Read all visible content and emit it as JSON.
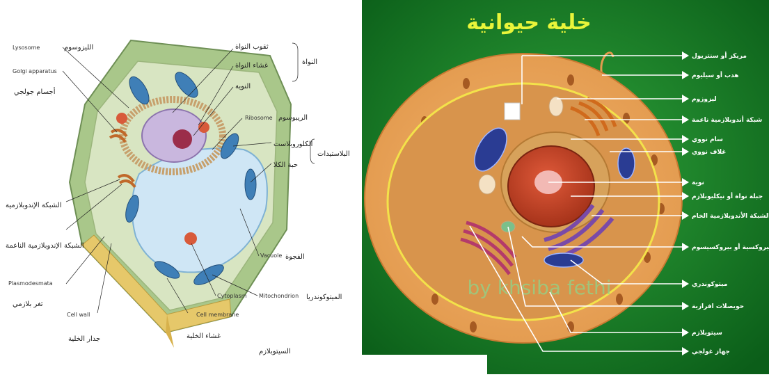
{
  "plant_cell": {
    "labels_en": {
      "lysosome": "Lysosome",
      "golgi": "Golgi apparatus",
      "ribosome": "Ribosome",
      "plasmodesmata": "Plasmodesmata",
      "cell_wall": "Cell wall",
      "cell_membrane": "Cell membrane",
      "cytoplasm": "Cytoplasm",
      "vacuole": "Vacuole",
      "mitochondrion": "Mitochondrion"
    },
    "labels_ar": {
      "lysosome": "الليزوسوم",
      "golgi": "أجسام جولجي",
      "nucleus_group": "النواة",
      "nucleus_pores": "ثقوب النواة",
      "nuclear_envelope": "غشاء النواة",
      "nucleolus": "النوية",
      "ribosome": "الريبوسوم",
      "plastids_group": "البلاستيدات",
      "chloroplast": "الكلوروبلاست",
      "grana": "حبة الكلا",
      "rough_er": "الشبكة الإندوبلازمية",
      "smooth_er": "الشبكة الإندوبلازمية الناعمة",
      "plasmodesmata": "ثغر بلازمي",
      "cell_wall": "جدار الخلية",
      "cell_membrane": "غشاء الخلية",
      "cytoplasm": "السيتوبلازم",
      "vacuole": "الفجوة",
      "mitochondrion": "الميتوكوندريا"
    }
  },
  "animal_cell": {
    "title": "خلية حيوانية",
    "subtitle": "",
    "watermark": "by khsiba fethi",
    "labels": [
      "مريكز أو سنتريول",
      "هدب أو سيليوم",
      "ليزوزوم",
      "شبكة أندوبلازمية ناعمة",
      "سام نووي",
      "غلاف نووي",
      "نوية",
      "جبلة نواة أو نيكليوبلازم",
      "الشبكة الأندوبلازمية الخام",
      "بيروكسية أو بيروكسيسوم",
      "ميتوكوندري",
      "حويصلات افرازية",
      "سيتوبلازم",
      "جهاز غولجي"
    ]
  }
}
